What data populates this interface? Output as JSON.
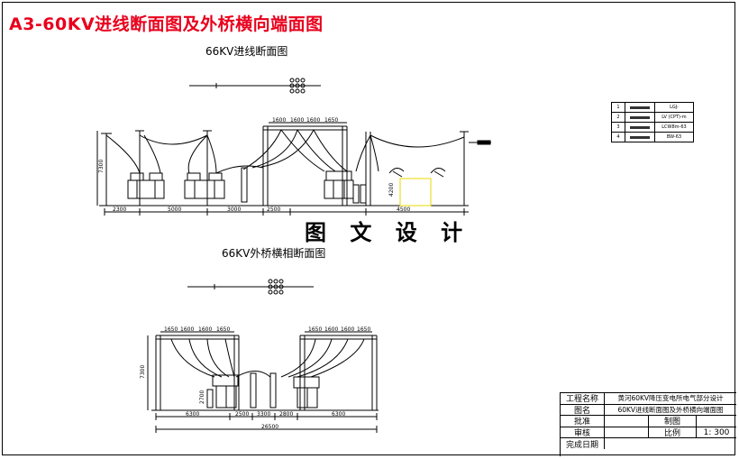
{
  "sheet": {
    "title": "A3-60KV进线断面图及外桥横向端面图",
    "top_view_label": "66KV进线断面图",
    "bottom_view_label": "66KV外桥横相断面图",
    "watermark": "图 文 设 计",
    "title_color": "#e8001c"
  },
  "dimensions": {
    "top": [
      "2300",
      "5000",
      "3000",
      "2500",
      "4500",
      "1600",
      "1600",
      "1600",
      "1650",
      "7300",
      "4200"
    ],
    "bottom": [
      "1650",
      "1600",
      "1600",
      "1650",
      "1650",
      "1600",
      "1600",
      "1650",
      "7300",
      "2700",
      "6300",
      "2500",
      "3300",
      "2800",
      "6300",
      "26500"
    ]
  },
  "legend": {
    "rows": [
      {
        "idx": "1",
        "name": "LGJ-"
      },
      {
        "idx": "2",
        "name": "LV (CPT)-m"
      },
      {
        "idx": "3",
        "name": "LCW8m-63"
      },
      {
        "idx": "4",
        "name": "BW-63"
      }
    ]
  },
  "title_block": {
    "project_label": "工程名称",
    "project_value": "黄河60KV降压变电所电气部分设计",
    "drawing_label": "图名",
    "drawing_value": "60KV进线断面图及外桥横向端面图",
    "approve_label": "批准",
    "draw_label": "制图",
    "review_label": "审核",
    "scale_label": "比例",
    "scale_value": "1: 300",
    "date_label": "完成日期"
  }
}
